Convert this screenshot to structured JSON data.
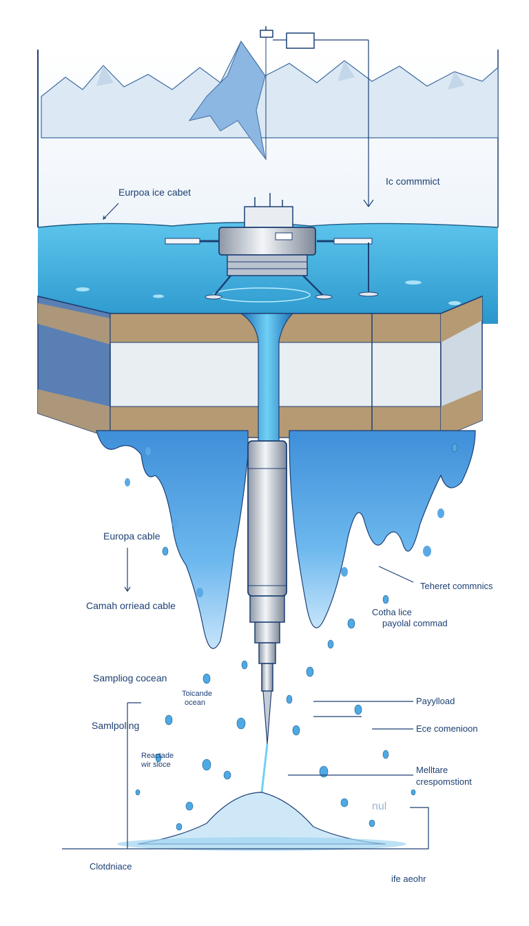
{
  "labels": {
    "europa_ice_cabet": "Eurpoa ice cabet",
    "ic_commmict": "Ic commmict",
    "europa_cable": "Europa cable",
    "camah_orriseed_cable": "Camah orriead cable",
    "teheret_commnics": "Teheret commnics",
    "cotha_lice": "Cotha lice",
    "payolal_commad": "payolal commad",
    "sampling_coocean": "Sampliog cocean",
    "toicande": "Toicande",
    "ocean": "ocean",
    "payylload": "Payylload",
    "samlpoling": "Samlpoling",
    "ece_comenioon": "Ece comenioon",
    "reactade": "Reactade",
    "wir_sloce": "wir sloce",
    "melltare": "Melltare",
    "crespomstiont": "crespomstiont",
    "faint_mark": "nul",
    "clotdniace": "Clotdniace",
    "ife_aeohr": "ife aeohr"
  },
  "colors": {
    "ink": "#1c3f73",
    "water": "#3aa6d8",
    "ice_blue": "#5aa9e6",
    "snow": "#e9eef3",
    "rock": "#b59a74"
  }
}
